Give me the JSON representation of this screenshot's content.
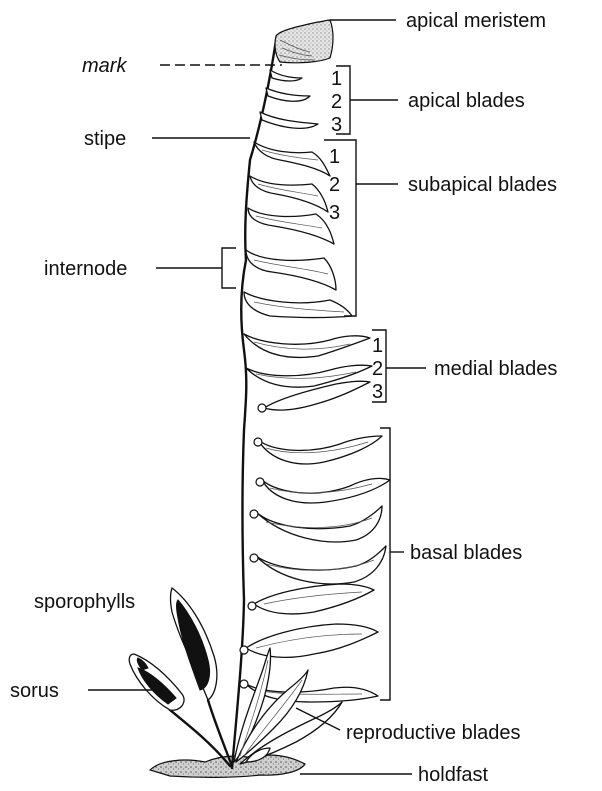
{
  "labels": {
    "apical_meristem": "apical meristem",
    "mark": "mark",
    "apical_blades": "apical blades",
    "stipe": "stipe",
    "subapical_blades": "subapical blades",
    "internode": "internode",
    "medial_blades": "medial blades",
    "basal_blades": "basal blades",
    "sporophylls": "sporophylls",
    "sorus": "sorus",
    "reproductive_blades": "reproductive blades",
    "holdfast": "holdfast"
  },
  "apical_numbers": [
    "1",
    "2",
    "3"
  ],
  "subapical_numbers": [
    "1",
    "2",
    "3"
  ],
  "medial_numbers": [
    "1",
    "2",
    "3"
  ],
  "colors": {
    "ink": "#111111",
    "meristem_fill": "#cccccc",
    "holdfast_fill": "#999999"
  }
}
